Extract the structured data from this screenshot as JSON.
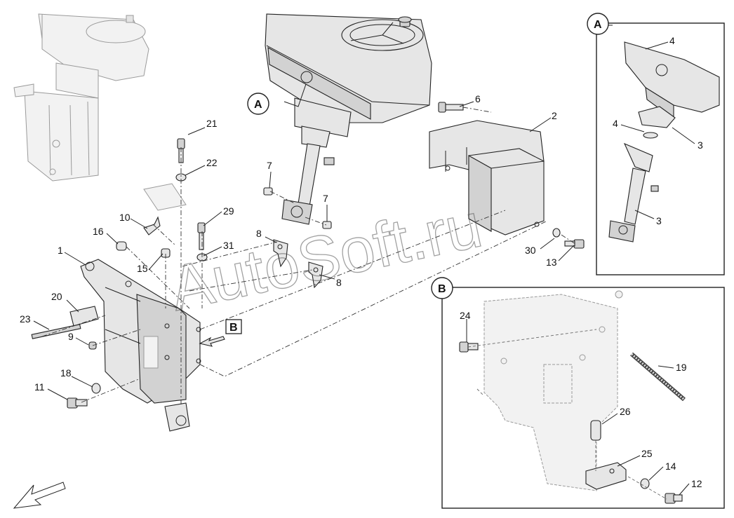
{
  "watermark": "AutoSoft.ru",
  "view_markers": {
    "a": "A",
    "b": "B"
  },
  "callouts": [
    {
      "id": "c1",
      "text": "1"
    },
    {
      "id": "c2",
      "text": "2"
    },
    {
      "id": "c3a",
      "text": "3"
    },
    {
      "id": "c3b",
      "text": "3"
    },
    {
      "id": "c4a",
      "text": "4"
    },
    {
      "id": "c4b",
      "text": "4"
    },
    {
      "id": "c6",
      "text": "6"
    },
    {
      "id": "c7a",
      "text": "7"
    },
    {
      "id": "c7b",
      "text": "7"
    },
    {
      "id": "c8a",
      "text": "8"
    },
    {
      "id": "c8b",
      "text": "8"
    },
    {
      "id": "c9",
      "text": "9"
    },
    {
      "id": "c10",
      "text": "10"
    },
    {
      "id": "c11",
      "text": "11"
    },
    {
      "id": "c12",
      "text": "12"
    },
    {
      "id": "c13",
      "text": "13"
    },
    {
      "id": "c14",
      "text": "14"
    },
    {
      "id": "c15",
      "text": "15"
    },
    {
      "id": "c16",
      "text": "16"
    },
    {
      "id": "c18",
      "text": "18"
    },
    {
      "id": "c19",
      "text": "19"
    },
    {
      "id": "c20",
      "text": "20"
    },
    {
      "id": "c21",
      "text": "21"
    },
    {
      "id": "c22",
      "text": "22"
    },
    {
      "id": "c23",
      "text": "23"
    },
    {
      "id": "c24",
      "text": "24"
    },
    {
      "id": "c25",
      "text": "25"
    },
    {
      "id": "c26",
      "text": "26"
    },
    {
      "id": "c29",
      "text": "29"
    },
    {
      "id": "c30",
      "text": "30"
    },
    {
      "id": "c31",
      "text": "31"
    }
  ]
}
